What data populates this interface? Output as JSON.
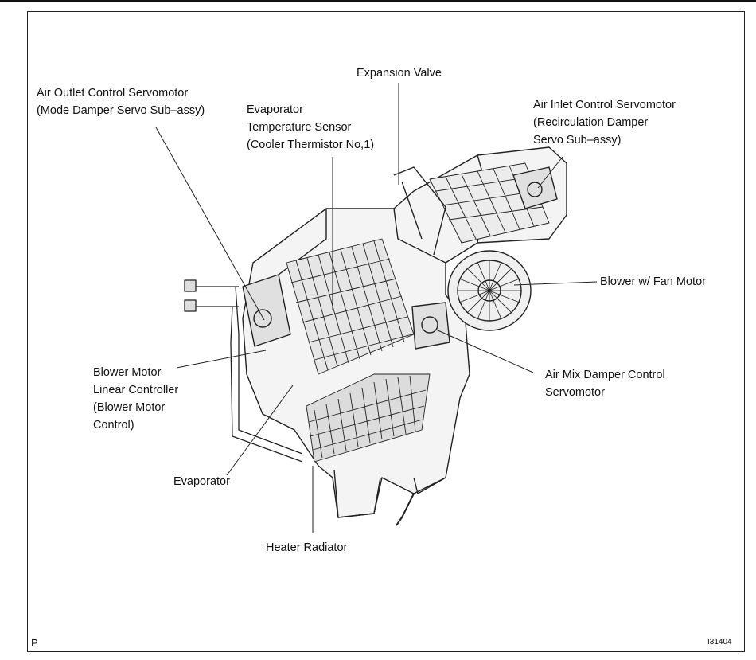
{
  "labels": {
    "air_outlet_servo": "Air Outlet Control Servomotor\n(Mode Damper Servo Sub–assy)",
    "evaporator_temp_sensor": "Evaporator\nTemperature Sensor\n(Cooler Thermistor No,1)",
    "expansion_valve": "Expansion Valve",
    "air_inlet_servo": "Air Inlet Control Servomotor\n(Recirculation Damper\nServo Sub–assy)",
    "blower_fan_motor": "Blower w/ Fan Motor",
    "air_mix_servo": "Air Mix Damper Control\nServomotor",
    "blower_linear_controller": "Blower Motor\nLinear Controller\n(Blower Motor\nControl)",
    "evaporator": "Evaporator",
    "heater_radiator": "Heater Radiator"
  },
  "corner_marks": {
    "bottom_left": "P",
    "bottom_right": "I31404"
  }
}
